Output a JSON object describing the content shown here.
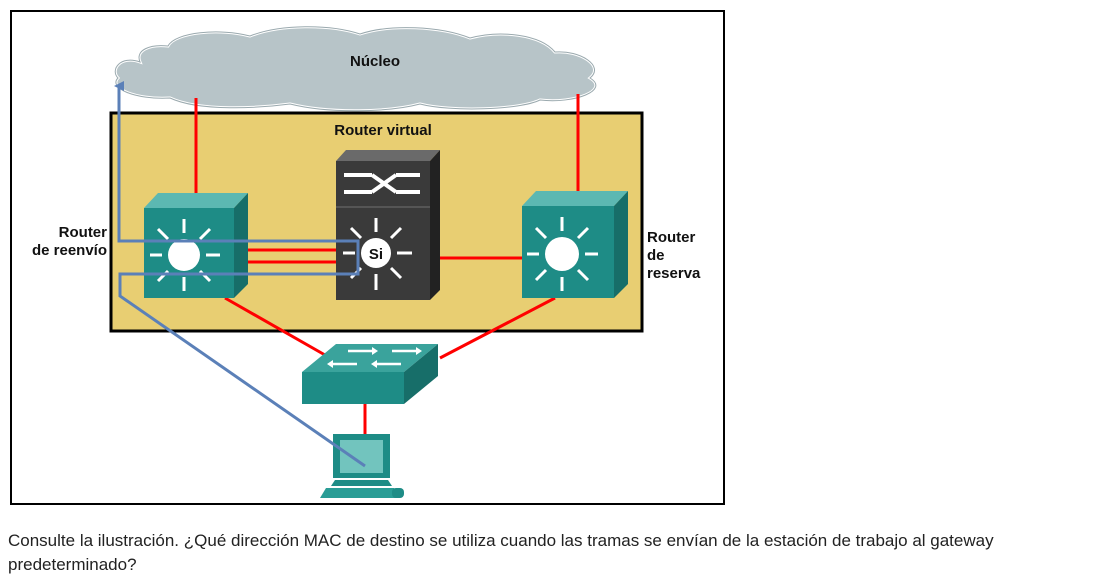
{
  "diagram": {
    "cloud_label": "Núcleo",
    "virtual_router_label": "Router virtual",
    "forwarding_router_label": [
      "Router",
      "de reenvío"
    ],
    "standby_router_label": [
      "Router",
      "de",
      "reserva"
    ],
    "switch_badge": "Si",
    "colors": {
      "frame_border": "#000000",
      "virtual_box_fill": "#e8ce72",
      "cloud_fill": "#b7c4c8",
      "red_link": "#ff0000",
      "blue_path": "#5b80b8",
      "teal_device": "#1e8c86",
      "dark_device": "#3a3a3a"
    }
  },
  "question": "Consulte la ilustración. ¿Qué dirección MAC de destino se utiliza cuando las tramas se envían de la estación de trabajo al gateway predeterminado?"
}
